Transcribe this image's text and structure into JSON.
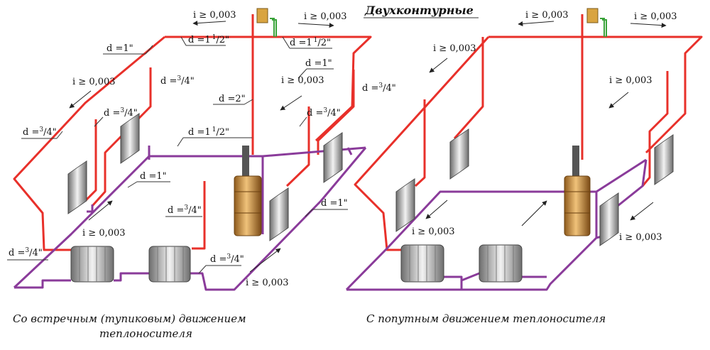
{
  "title": "Двухконтурные",
  "captions": {
    "left_line1": "Со встречным (тупиковым) движением",
    "left_line2": "теплоносителя",
    "right": "С попутным движением теплоносителя"
  },
  "labels": {
    "slope": "i ≥ 0,003",
    "d1": "d =1\"",
    "d2": "d =2\"",
    "d34_main": "d =",
    "d34_sup": "3",
    "d34_den": "/4\"",
    "d112_main": "d =1",
    "d112_sup": "1",
    "d112_den": "/2\""
  },
  "colors": {
    "supply": "#e8302a",
    "return": "#8a3b9a",
    "boiler": "#c8862f",
    "radiator": "#9a9a9a",
    "expansion_tank": "#d9a441"
  }
}
